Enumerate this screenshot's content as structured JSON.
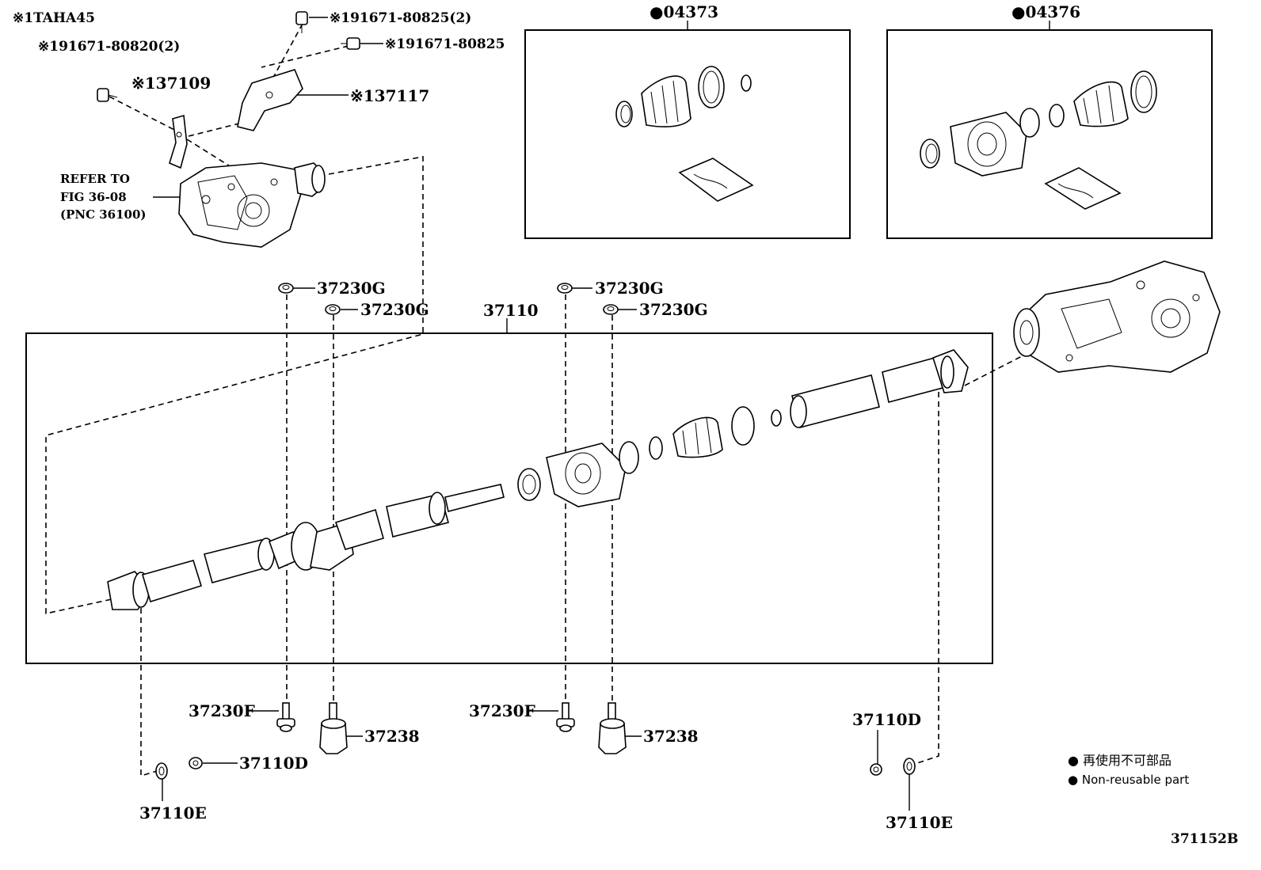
{
  "header": {
    "option_code": "※1TAHA45",
    "figure_code": "371152B"
  },
  "callouts": {
    "bolt_a": "※191671-80825(2)",
    "bolt_b": "※191671-80825",
    "bolt_c": "※191671-80820(2)",
    "bracket_a": "※137109",
    "bracket_b": "※137117",
    "refer_line1": "REFER TO",
    "refer_line2": "FIG 36-08",
    "refer_line3": "(PNC 36100)",
    "kit_a": "●04373",
    "kit_b": "●04376",
    "shaft": "37110",
    "washer_1": "37230G",
    "washer_2": "37230G",
    "washer_3": "37230G",
    "washer_4": "37230G",
    "bolt_f1": "37230F",
    "bolt_f2": "37230F",
    "mount_1": "37238",
    "mount_2": "37238",
    "nut_d1": "37110D",
    "nut_d2": "37110D",
    "washer_e1": "37110E",
    "washer_e2": "37110E"
  },
  "legend": {
    "line1": "● 再使用不可部品",
    "line2": "● Non-reusable part"
  }
}
